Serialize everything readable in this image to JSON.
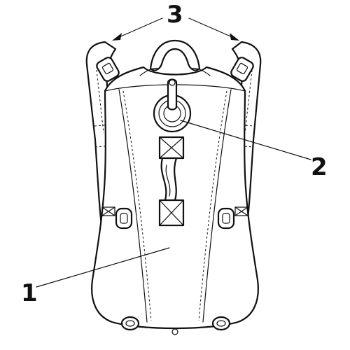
{
  "callouts": [
    {
      "number": "1"
    },
    {
      "number": "2"
    },
    {
      "number": "3"
    }
  ],
  "colors": {
    "ink": "#111111",
    "background": "#ffffff"
  }
}
